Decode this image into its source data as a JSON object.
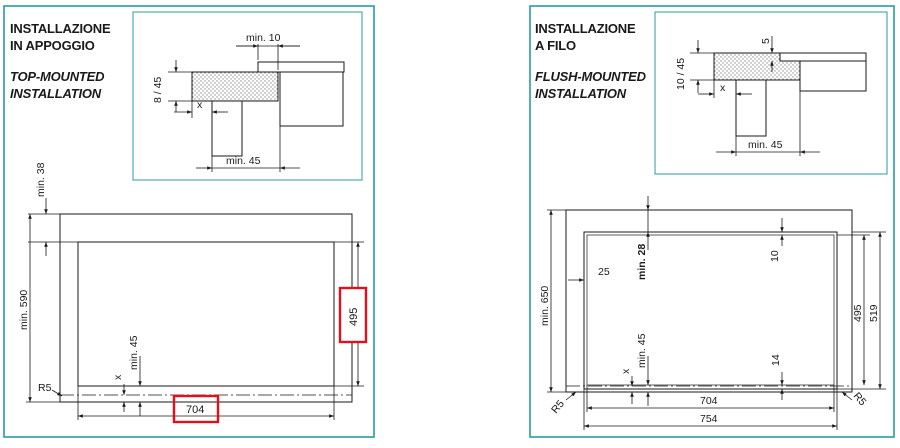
{
  "colors": {
    "frame": "#2a9aa6",
    "line": "#1a1a1a",
    "highlight": "#e0101c",
    "hatch": "#9a9a9a"
  },
  "left": {
    "title_it_line1": "INSTALLAZIONE",
    "title_it_line2": "IN APPOGGIO",
    "title_en_line1": "TOP-MOUNTED",
    "title_en_line2": "INSTALLATION",
    "detail": {
      "min10": "min. 10",
      "thk": "8 / 45",
      "x": "x",
      "min45": "min. 45"
    },
    "plan": {
      "min38": "min. 38",
      "min590": "min. 590",
      "min45": "min. 45",
      "x": "x",
      "r5": "R5",
      "w704": "704",
      "h495": "495"
    }
  },
  "right": {
    "title_it_line1": "INSTALLAZIONE",
    "title_it_line2": "A FILO",
    "title_en_line1": "FLUSH-MOUNTED",
    "title_en_line2": "INSTALLATION",
    "detail": {
      "five": "5",
      "thk": "10 / 45",
      "x": "x",
      "min45": "min. 45"
    },
    "plan": {
      "min650": "min. 650",
      "n25": "25",
      "min28": "min. 28",
      "n10": "10",
      "min45": "min. 45",
      "n14": "14",
      "x": "x",
      "h495": "495",
      "h519": "519",
      "w704": "704",
      "w754": "754",
      "r5a": "R5",
      "r5b": "R5"
    }
  }
}
